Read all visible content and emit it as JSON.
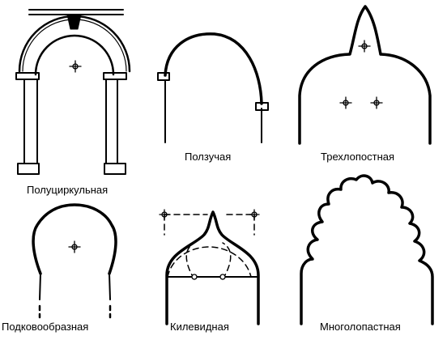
{
  "figure": {
    "ink": "#000000",
    "background": "#ffffff",
    "arches": [
      {
        "id": "semicircular",
        "label": "Полуциркульная"
      },
      {
        "id": "creeping",
        "label": "Ползучая"
      },
      {
        "id": "trefoil",
        "label": "Трехлопостная"
      },
      {
        "id": "horseshoe",
        "label": "Подковообразная"
      },
      {
        "id": "ogee",
        "label": "Килевидная"
      },
      {
        "id": "multifoil",
        "label": "Многолопастная"
      }
    ]
  }
}
